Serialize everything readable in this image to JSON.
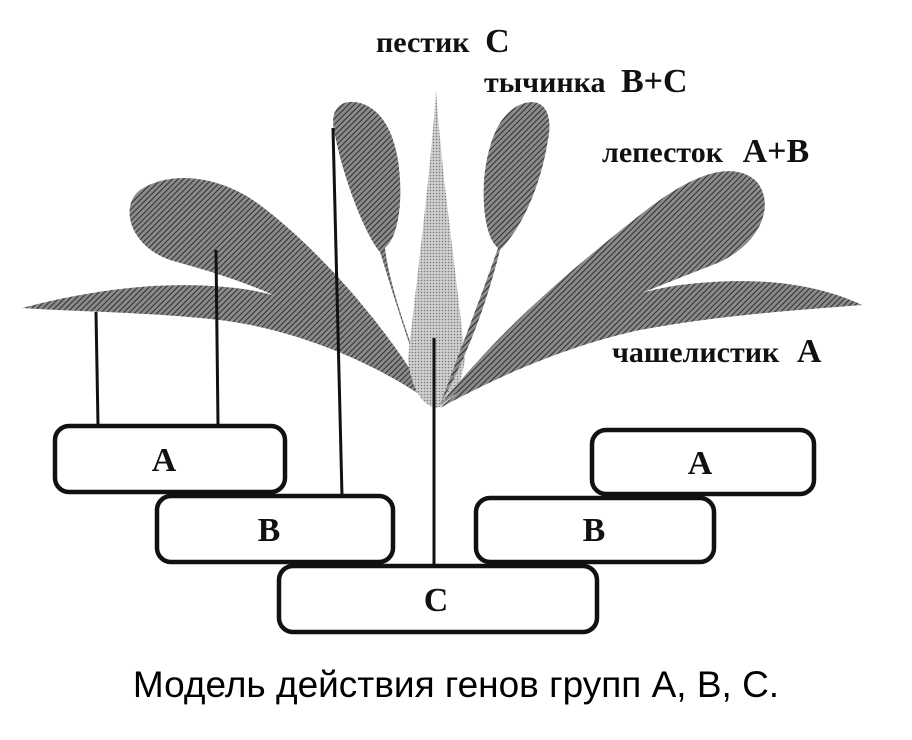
{
  "diagram": {
    "title": "ABC model of flower development",
    "colors": {
      "organ_fill": "#6a6a6a",
      "pistil_fill": "#bdbdbd",
      "ink": "#111111",
      "box_fill": "#ffffff"
    },
    "organs": [
      {
        "id": "pistil",
        "name": "пестик",
        "genes": "C"
      },
      {
        "id": "stamen",
        "name": "тычинка",
        "genes": "B+C"
      },
      {
        "id": "petal",
        "name": "лепесток",
        "genes": "A+B"
      },
      {
        "id": "sepal",
        "name": "чашелистик",
        "genes": "A"
      }
    ],
    "gene_boxes": {
      "left_a": "A",
      "left_b": "B",
      "center_c": "C",
      "right_b": "B",
      "right_a": "A"
    }
  },
  "caption": "Модель действия генов групп A, B, C."
}
